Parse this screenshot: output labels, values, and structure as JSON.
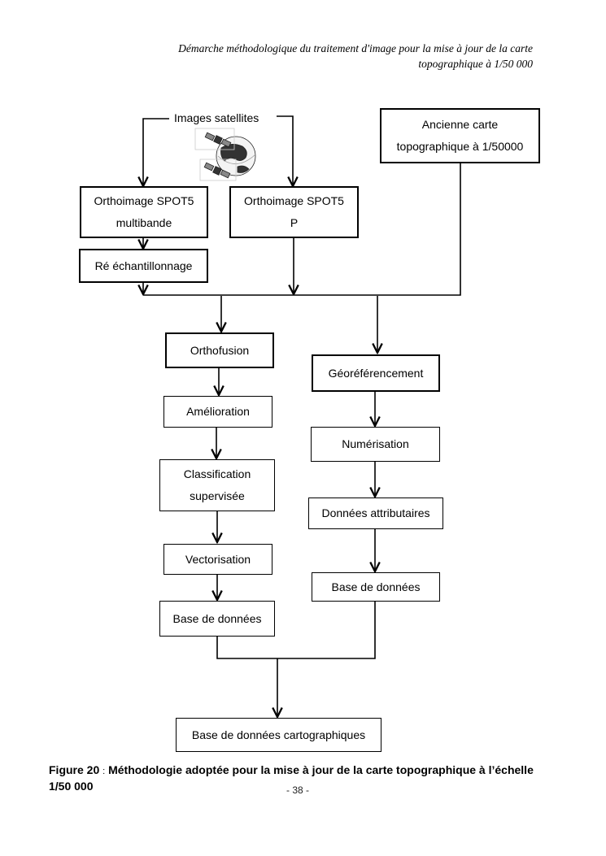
{
  "header": {
    "line1": "Démarche  méthodologique du traitement d'image pour la mise à jour de la carte",
    "line2": "topographique à 1/50 000"
  },
  "source": {
    "label": "Images satellites",
    "icon": "satellite-earth-icon"
  },
  "nodes": {
    "ancienne_carte": [
      "Ancienne carte",
      "topographique à 1/50000"
    ],
    "ortho_multibande": [
      "Orthoimage SPOT5",
      "multibande"
    ],
    "ortho_p": [
      "Orthoimage SPOT5",
      "P"
    ],
    "reechantillonnage": "Ré échantillonnage",
    "orthofusion": "Orthofusion",
    "amelioration": "Amélioration",
    "classification": [
      "Classification",
      "supervisée"
    ],
    "vectorisation": "Vectorisation",
    "base_donnees_left": "Base de données",
    "georeferencement": "Géoréférencement",
    "numerisation": "Numérisation",
    "donnees_attributaires": "Données attributaires",
    "base_donnees_right": "Base de données",
    "base_cartographique": "Base de données cartographiques"
  },
  "caption": {
    "prefix": "Figure 20",
    "separator": ":",
    "text": "Méthodologie adoptée pour la mise à jour de la carte topographique à l’échelle 1/50 000"
  },
  "page_number": "- 38 -"
}
